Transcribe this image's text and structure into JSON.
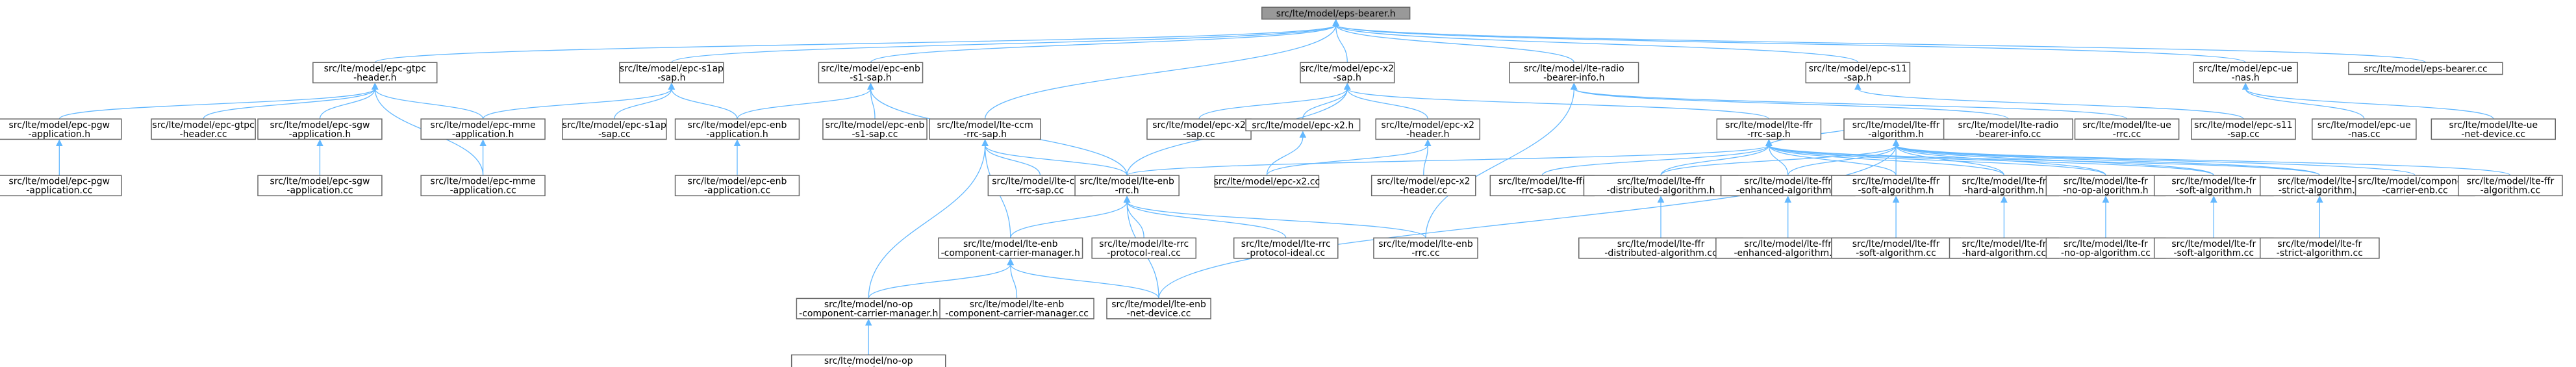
{
  "graph": {
    "nodes": [
      {
        "id": "n0",
        "lines": [
          "src/lte/model/eps-bearer.h"
        ],
        "root": true
      },
      {
        "id": "n1",
        "lines": [
          "src/lte/model/epc-gtpc",
          "-header.h"
        ]
      },
      {
        "id": "n2",
        "lines": [
          "src/lte/model/epc-s1ap",
          "-sap.h"
        ]
      },
      {
        "id": "n3",
        "lines": [
          "src/lte/model/epc-enb",
          "-s1-sap.h"
        ]
      },
      {
        "id": "n4",
        "lines": [
          "src/lte/model/lte-ccm",
          "-rrc-sap.h"
        ]
      },
      {
        "id": "n5",
        "lines": [
          "src/lte/model/epc-x2",
          "-sap.h"
        ]
      },
      {
        "id": "n6",
        "lines": [
          "src/lte/model/lte-radio",
          "-bearer-info.h"
        ]
      },
      {
        "id": "n7",
        "lines": [
          "src/lte/model/epc-s11",
          "-sap.h"
        ]
      },
      {
        "id": "n8",
        "lines": [
          "src/lte/model/epc-ue",
          "-nas.h"
        ]
      },
      {
        "id": "n9",
        "lines": [
          "src/lte/model/eps-bearer.cc"
        ]
      },
      {
        "id": "n10",
        "lines": [
          "src/lte/model/epc-pgw",
          "-application.h"
        ]
      },
      {
        "id": "n11",
        "lines": [
          "src/lte/model/epc-gtpc",
          "-header.cc"
        ]
      },
      {
        "id": "n12",
        "lines": [
          "src/lte/model/epc-sgw",
          "-application.h"
        ]
      },
      {
        "id": "n13",
        "lines": [
          "src/lte/model/epc-mme",
          "-application.h"
        ]
      },
      {
        "id": "n14",
        "lines": [
          "src/lte/model/epc-s1ap",
          "-sap.cc"
        ]
      },
      {
        "id": "n15",
        "lines": [
          "src/lte/model/epc-enb",
          "-application.h"
        ]
      },
      {
        "id": "n16",
        "lines": [
          "src/lte/model/epc-enb",
          "-s1-sap.cc"
        ]
      },
      {
        "id": "n17",
        "lines": [
          "src/lte/model/epc-x2",
          "-sap.cc"
        ]
      },
      {
        "id": "n18",
        "lines": [
          "src/lte/model/epc-x2.h"
        ]
      },
      {
        "id": "n19",
        "lines": [
          "src/lte/model/epc-x2",
          "-header.h"
        ]
      },
      {
        "id": "n20",
        "lines": [
          "src/lte/model/lte-ffr",
          "-rrc-sap.h"
        ]
      },
      {
        "id": "n21",
        "lines": [
          "src/lte/model/lte-ffr",
          "-algorithm.h"
        ]
      },
      {
        "id": "n22",
        "lines": [
          "src/lte/model/lte-radio",
          "-bearer-info.cc"
        ]
      },
      {
        "id": "n23",
        "lines": [
          "src/lte/model/lte-ue",
          "-rrc.cc"
        ]
      },
      {
        "id": "n24",
        "lines": [
          "src/lte/model/epc-s11",
          "-sap.cc"
        ]
      },
      {
        "id": "n25",
        "lines": [
          "src/lte/model/epc-ue",
          "-nas.cc"
        ]
      },
      {
        "id": "n26",
        "lines": [
          "src/lte/model/lte-ue",
          "-net-device.cc"
        ]
      },
      {
        "id": "n27",
        "lines": [
          "src/lte/model/epc-pgw",
          "-application.cc"
        ]
      },
      {
        "id": "n28",
        "lines": [
          "src/lte/model/epc-sgw",
          "-application.cc"
        ]
      },
      {
        "id": "n29",
        "lines": [
          "src/lte/model/epc-mme",
          "-application.cc"
        ]
      },
      {
        "id": "n30",
        "lines": [
          "src/lte/model/epc-enb",
          "-application.cc"
        ]
      },
      {
        "id": "n31",
        "lines": [
          "src/lte/model/lte-ccm",
          "-rrc-sap.cc"
        ]
      },
      {
        "id": "n32",
        "lines": [
          "src/lte/model/lte-enb",
          "-rrc.h"
        ]
      },
      {
        "id": "n33",
        "lines": [
          "src/lte/model/epc-x2.cc"
        ]
      },
      {
        "id": "n34",
        "lines": [
          "src/lte/model/epc-x2",
          "-header.cc"
        ]
      },
      {
        "id": "n35",
        "lines": [
          "src/lte/model/lte-ffr",
          "-rrc-sap.cc"
        ]
      },
      {
        "id": "n36",
        "lines": [
          "src/lte/model/lte-ffr",
          "-distributed-algorithm.h"
        ]
      },
      {
        "id": "n37",
        "lines": [
          "src/lte/model/lte-ffr",
          "-enhanced-algorithm.h"
        ]
      },
      {
        "id": "n38",
        "lines": [
          "src/lte/model/lte-ffr",
          "-soft-algorithm.h"
        ]
      },
      {
        "id": "n39",
        "lines": [
          "src/lte/model/lte-fr",
          "-hard-algorithm.h"
        ]
      },
      {
        "id": "n40",
        "lines": [
          "src/lte/model/lte-fr",
          "-no-op-algorithm.h"
        ]
      },
      {
        "id": "n41",
        "lines": [
          "src/lte/model/lte-fr",
          "-soft-algorithm.h"
        ]
      },
      {
        "id": "n42",
        "lines": [
          "src/lte/model/lte-fr",
          "-strict-algorithm.h"
        ]
      },
      {
        "id": "n43",
        "lines": [
          "src/lte/model/component",
          "-carrier-enb.cc"
        ]
      },
      {
        "id": "n44",
        "lines": [
          "src/lte/model/lte-ffr",
          "-algorithm.cc"
        ]
      },
      {
        "id": "n45",
        "lines": [
          "src/lte/model/lte-enb",
          "-component-carrier-manager.h"
        ]
      },
      {
        "id": "n46",
        "lines": [
          "src/lte/model/lte-rrc",
          "-protocol-real.cc"
        ]
      },
      {
        "id": "n47",
        "lines": [
          "src/lte/model/lte-rrc",
          "-protocol-ideal.cc"
        ]
      },
      {
        "id": "n48",
        "lines": [
          "src/lte/model/lte-enb",
          "-rrc.cc"
        ]
      },
      {
        "id": "n49",
        "lines": [
          "src/lte/model/lte-ffr",
          "-distributed-algorithm.cc"
        ]
      },
      {
        "id": "n50",
        "lines": [
          "src/lte/model/lte-ffr",
          "-enhanced-algorithm.cc"
        ]
      },
      {
        "id": "n51",
        "lines": [
          "src/lte/model/lte-ffr",
          "-soft-algorithm.cc"
        ]
      },
      {
        "id": "n52",
        "lines": [
          "src/lte/model/lte-fr",
          "-hard-algorithm.cc"
        ]
      },
      {
        "id": "n53",
        "lines": [
          "src/lte/model/lte-fr",
          "-no-op-algorithm.cc"
        ]
      },
      {
        "id": "n54",
        "lines": [
          "src/lte/model/lte-fr",
          "-soft-algorithm.cc"
        ]
      },
      {
        "id": "n55",
        "lines": [
          "src/lte/model/lte-fr",
          "-strict-algorithm.cc"
        ]
      },
      {
        "id": "n56",
        "lines": [
          "src/lte/model/no-op",
          "-component-carrier-manager.h"
        ]
      },
      {
        "id": "n57",
        "lines": [
          "src/lte/model/lte-enb",
          "-component-carrier-manager.cc"
        ]
      },
      {
        "id": "n58",
        "lines": [
          "src/lte/model/lte-enb",
          "-net-device.cc"
        ]
      },
      {
        "id": "n59",
        "lines": [
          "src/lte/model/no-op",
          "-component-carrier-manager.cc"
        ]
      }
    ],
    "edges": [
      [
        "n1",
        "n0"
      ],
      [
        "n2",
        "n0"
      ],
      [
        "n3",
        "n0"
      ],
      [
        "n4",
        "n0"
      ],
      [
        "n5",
        "n0"
      ],
      [
        "n6",
        "n0"
      ],
      [
        "n7",
        "n0"
      ],
      [
        "n8",
        "n0"
      ],
      [
        "n9",
        "n0"
      ],
      [
        "n10",
        "n1"
      ],
      [
        "n11",
        "n1"
      ],
      [
        "n12",
        "n1"
      ],
      [
        "n13",
        "n1"
      ],
      [
        "n29",
        "n1"
      ],
      [
        "n13",
        "n2"
      ],
      [
        "n14",
        "n2"
      ],
      [
        "n15",
        "n2"
      ],
      [
        "n15",
        "n3"
      ],
      [
        "n16",
        "n3"
      ],
      [
        "n32",
        "n3"
      ],
      [
        "n31",
        "n4"
      ],
      [
        "n32",
        "n4"
      ],
      [
        "n45",
        "n4"
      ],
      [
        "n56",
        "n4"
      ],
      [
        "n17",
        "n5"
      ],
      [
        "n18",
        "n5"
      ],
      [
        "n19",
        "n5"
      ],
      [
        "n32",
        "n5"
      ],
      [
        "n20",
        "n5"
      ],
      [
        "n22",
        "n6"
      ],
      [
        "n23",
        "n6"
      ],
      [
        "n48",
        "n6"
      ],
      [
        "n24",
        "n7"
      ],
      [
        "n25",
        "n8"
      ],
      [
        "n26",
        "n8"
      ],
      [
        "n27",
        "n10"
      ],
      [
        "n28",
        "n12"
      ],
      [
        "n29",
        "n13"
      ],
      [
        "n30",
        "n15"
      ],
      [
        "n33",
        "n18"
      ],
      [
        "n33",
        "n19"
      ],
      [
        "n34",
        "n19"
      ],
      [
        "n35",
        "n20"
      ],
      [
        "n36",
        "n20"
      ],
      [
        "n37",
        "n20"
      ],
      [
        "n38",
        "n20"
      ],
      [
        "n39",
        "n20"
      ],
      [
        "n40",
        "n20"
      ],
      [
        "n41",
        "n20"
      ],
      [
        "n42",
        "n20"
      ],
      [
        "n21",
        "n20"
      ],
      [
        "n32",
        "n20"
      ],
      [
        "n36",
        "n21"
      ],
      [
        "n37",
        "n21"
      ],
      [
        "n38",
        "n21"
      ],
      [
        "n39",
        "n21"
      ],
      [
        "n40",
        "n21"
      ],
      [
        "n41",
        "n21"
      ],
      [
        "n42",
        "n21"
      ],
      [
        "n43",
        "n21"
      ],
      [
        "n44",
        "n21"
      ],
      [
        "n58",
        "n21"
      ],
      [
        "n45",
        "n32"
      ],
      [
        "n46",
        "n32"
      ],
      [
        "n47",
        "n32"
      ],
      [
        "n48",
        "n32"
      ],
      [
        "n58",
        "n32"
      ],
      [
        "n49",
        "n36"
      ],
      [
        "n50",
        "n37"
      ],
      [
        "n51",
        "n38"
      ],
      [
        "n52",
        "n39"
      ],
      [
        "n53",
        "n40"
      ],
      [
        "n54",
        "n41"
      ],
      [
        "n55",
        "n42"
      ],
      [
        "n56",
        "n45"
      ],
      [
        "n57",
        "n45"
      ],
      [
        "n58",
        "n45"
      ],
      [
        "n59",
        "n56"
      ]
    ]
  }
}
